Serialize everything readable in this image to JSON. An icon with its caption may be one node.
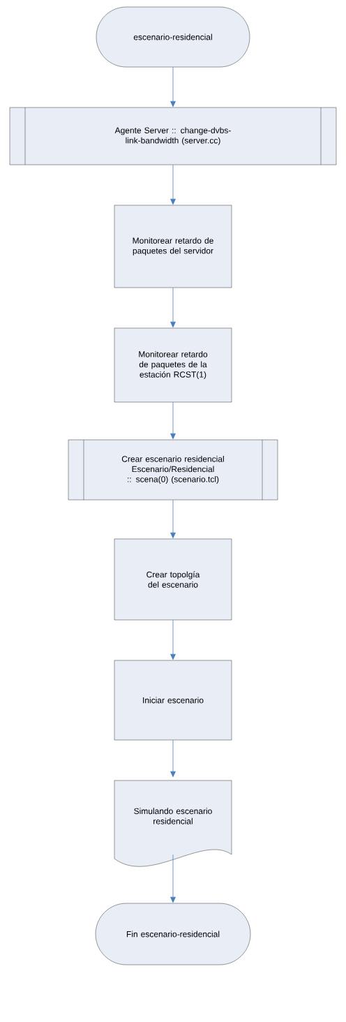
{
  "diagram": {
    "nodes": [
      {
        "text": [
          "escenario-residencial"
        ]
      },
      {
        "text": [
          "Agente Server :: change-dvbs-link-bandwidth (server.cc)"
        ]
      },
      {
        "text": [
          "Monitorear retardo de paquetes del servidor"
        ]
      },
      {
        "text": [
          "Monitorear retardo de paquetes de la estación RCST(1)"
        ]
      },
      {
        "text": [
          "Crear escenario residencial Escenario/Residencial :: scena(0) (scenario.tcl)"
        ]
      },
      {
        "text": [
          "Crear topolgía del escenario"
        ]
      },
      {
        "text": [
          "Iniciar escenario"
        ]
      },
      {
        "text": [
          "Simulando escenario residencial"
        ]
      },
      {
        "text": [
          "Fin escenario-residencial"
        ]
      }
    ],
    "edges": [
      {
        "from": 0,
        "to": 1,
        "arrow": "to"
      },
      {
        "from": 1,
        "to": 2,
        "arrow": "to"
      },
      {
        "from": 2,
        "to": 3,
        "arrow": "to"
      },
      {
        "from": 3,
        "to": 4,
        "arrow": "to"
      },
      {
        "from": 4,
        "to": 5,
        "arrow": "to"
      },
      {
        "from": 5,
        "to": 6,
        "arrow": "to"
      },
      {
        "from": 6,
        "to": 7,
        "arrow": "to"
      },
      {
        "from": 7,
        "to": 8,
        "arrow": "to"
      }
    ]
  }
}
